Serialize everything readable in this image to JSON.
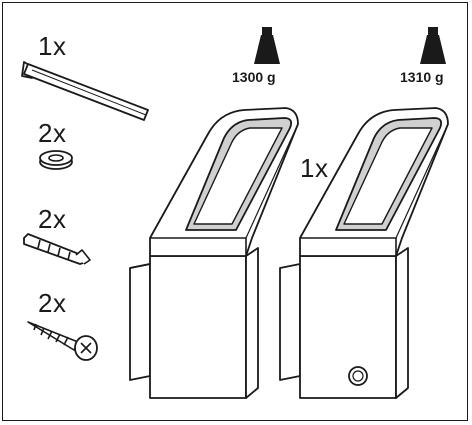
{
  "parts": [
    {
      "quantity": "1x",
      "icon": "hex-key-icon"
    },
    {
      "quantity": "2x",
      "icon": "washer-icon"
    },
    {
      "quantity": "2x",
      "icon": "wall-plug-icon"
    },
    {
      "quantity": "2x",
      "icon": "screw-icon"
    }
  ],
  "lamps": {
    "quantity": "1x",
    "variants": [
      {
        "weight": "1300 g",
        "icon": "weight-icon"
      },
      {
        "weight": "1310 g",
        "icon": "weight-icon"
      }
    ]
  },
  "colors": {
    "line": "#1a1a1a",
    "lamp_shade": "#d0d0d0",
    "lamp_body": "#ffffff"
  }
}
